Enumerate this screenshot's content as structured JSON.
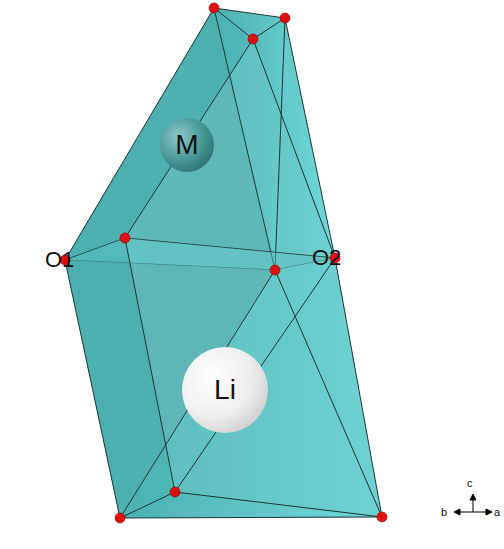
{
  "diagram": {
    "nodes": [
      {
        "text": [
          "M"
        ]
      },
      {
        "text": [
          "Li"
        ]
      }
    ],
    "labels": [
      "O1",
      "O2",
      "c",
      "b",
      "a"
    ]
  }
}
